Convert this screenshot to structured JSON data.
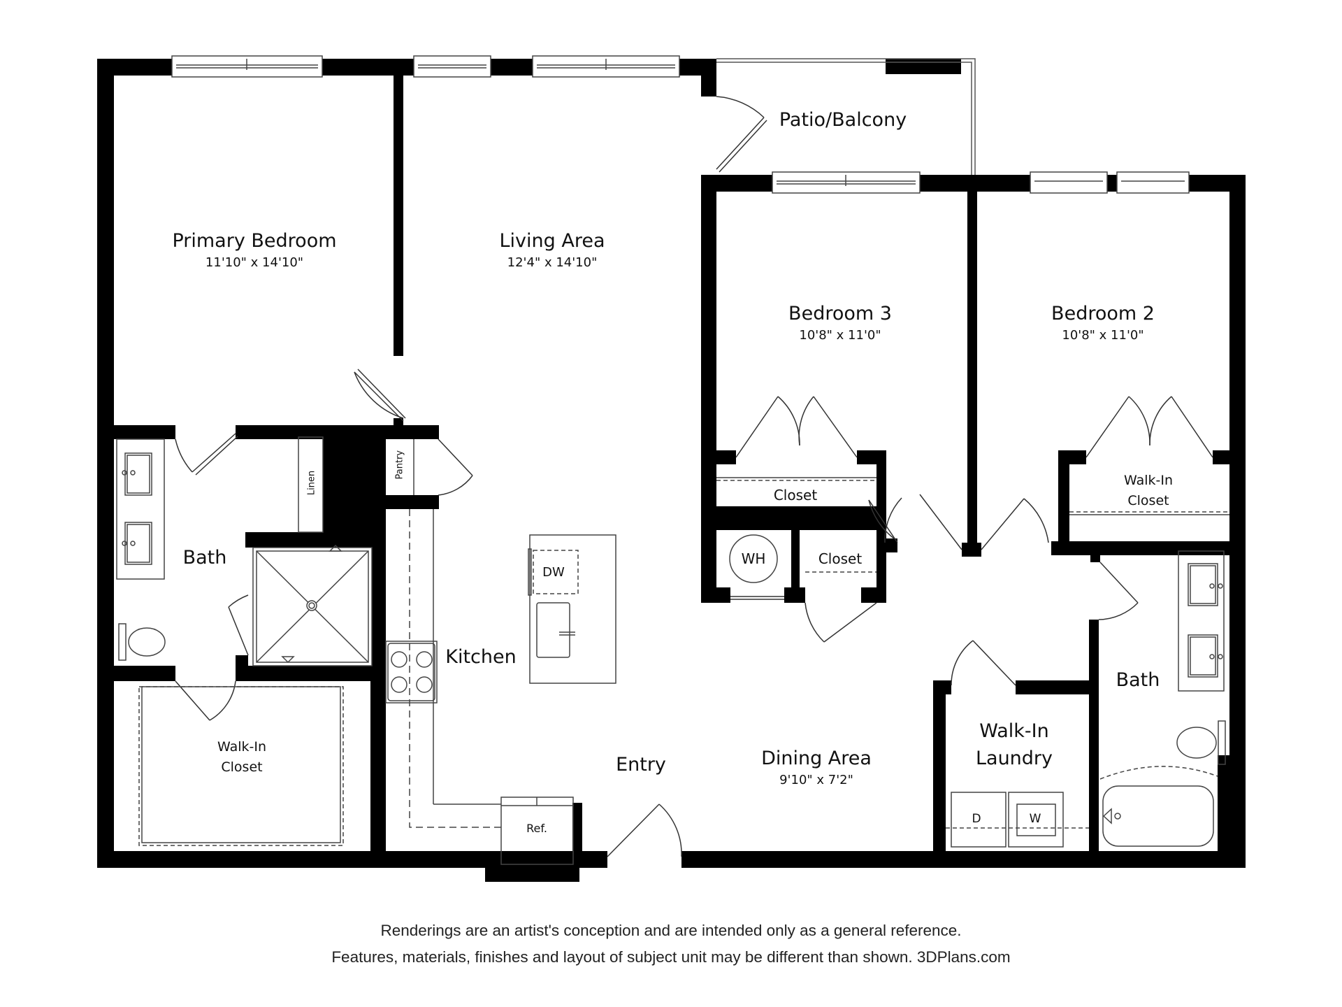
{
  "plan": {
    "wall_color": "#000000",
    "fixture_color": "#555555",
    "background": "#ffffff"
  },
  "rooms": {
    "primary_bedroom": {
      "name": "Primary Bedroom",
      "dims": "11'10\" x 14'10\""
    },
    "living_area": {
      "name": "Living Area",
      "dims": "12'4\" x 14'10\""
    },
    "patio": {
      "name": "Patio/Balcony"
    },
    "bedroom3": {
      "name": "Bedroom 3",
      "dims": "10'8\" x 11'0\""
    },
    "bedroom2": {
      "name": "Bedroom 2",
      "dims": "10'8\" x 11'0\""
    },
    "primary_bath": {
      "name": "Bath"
    },
    "linen": {
      "name": "Linen"
    },
    "pantry": {
      "name": "Pantry"
    },
    "primary_closet": {
      "line1": "Walk-In",
      "line2": "Closet"
    },
    "kitchen": {
      "name": "Kitchen"
    },
    "dishwasher": {
      "name": "DW"
    },
    "refrigerator": {
      "name": "Ref."
    },
    "entry": {
      "name": "Entry"
    },
    "dining_area": {
      "name": "Dining Area",
      "dims": "9'10\" x 7'2\""
    },
    "bed3_closet": {
      "name": "Closet"
    },
    "hall_closet": {
      "name": "Closet"
    },
    "water_heater": {
      "name": "WH"
    },
    "bed2_closet": {
      "line1": "Walk-In",
      "line2": "Closet"
    },
    "laundry": {
      "line1": "Walk-In",
      "line2": "Laundry"
    },
    "dryer": {
      "name": "D"
    },
    "washer": {
      "name": "W"
    },
    "bath2": {
      "name": "Bath"
    }
  },
  "footer": {
    "line1": "Renderings are an artist's conception and are intended only as a general reference.",
    "line2": "Features, materials, finishes and layout of subject unit may be different than shown. 3DPlans.com"
  }
}
